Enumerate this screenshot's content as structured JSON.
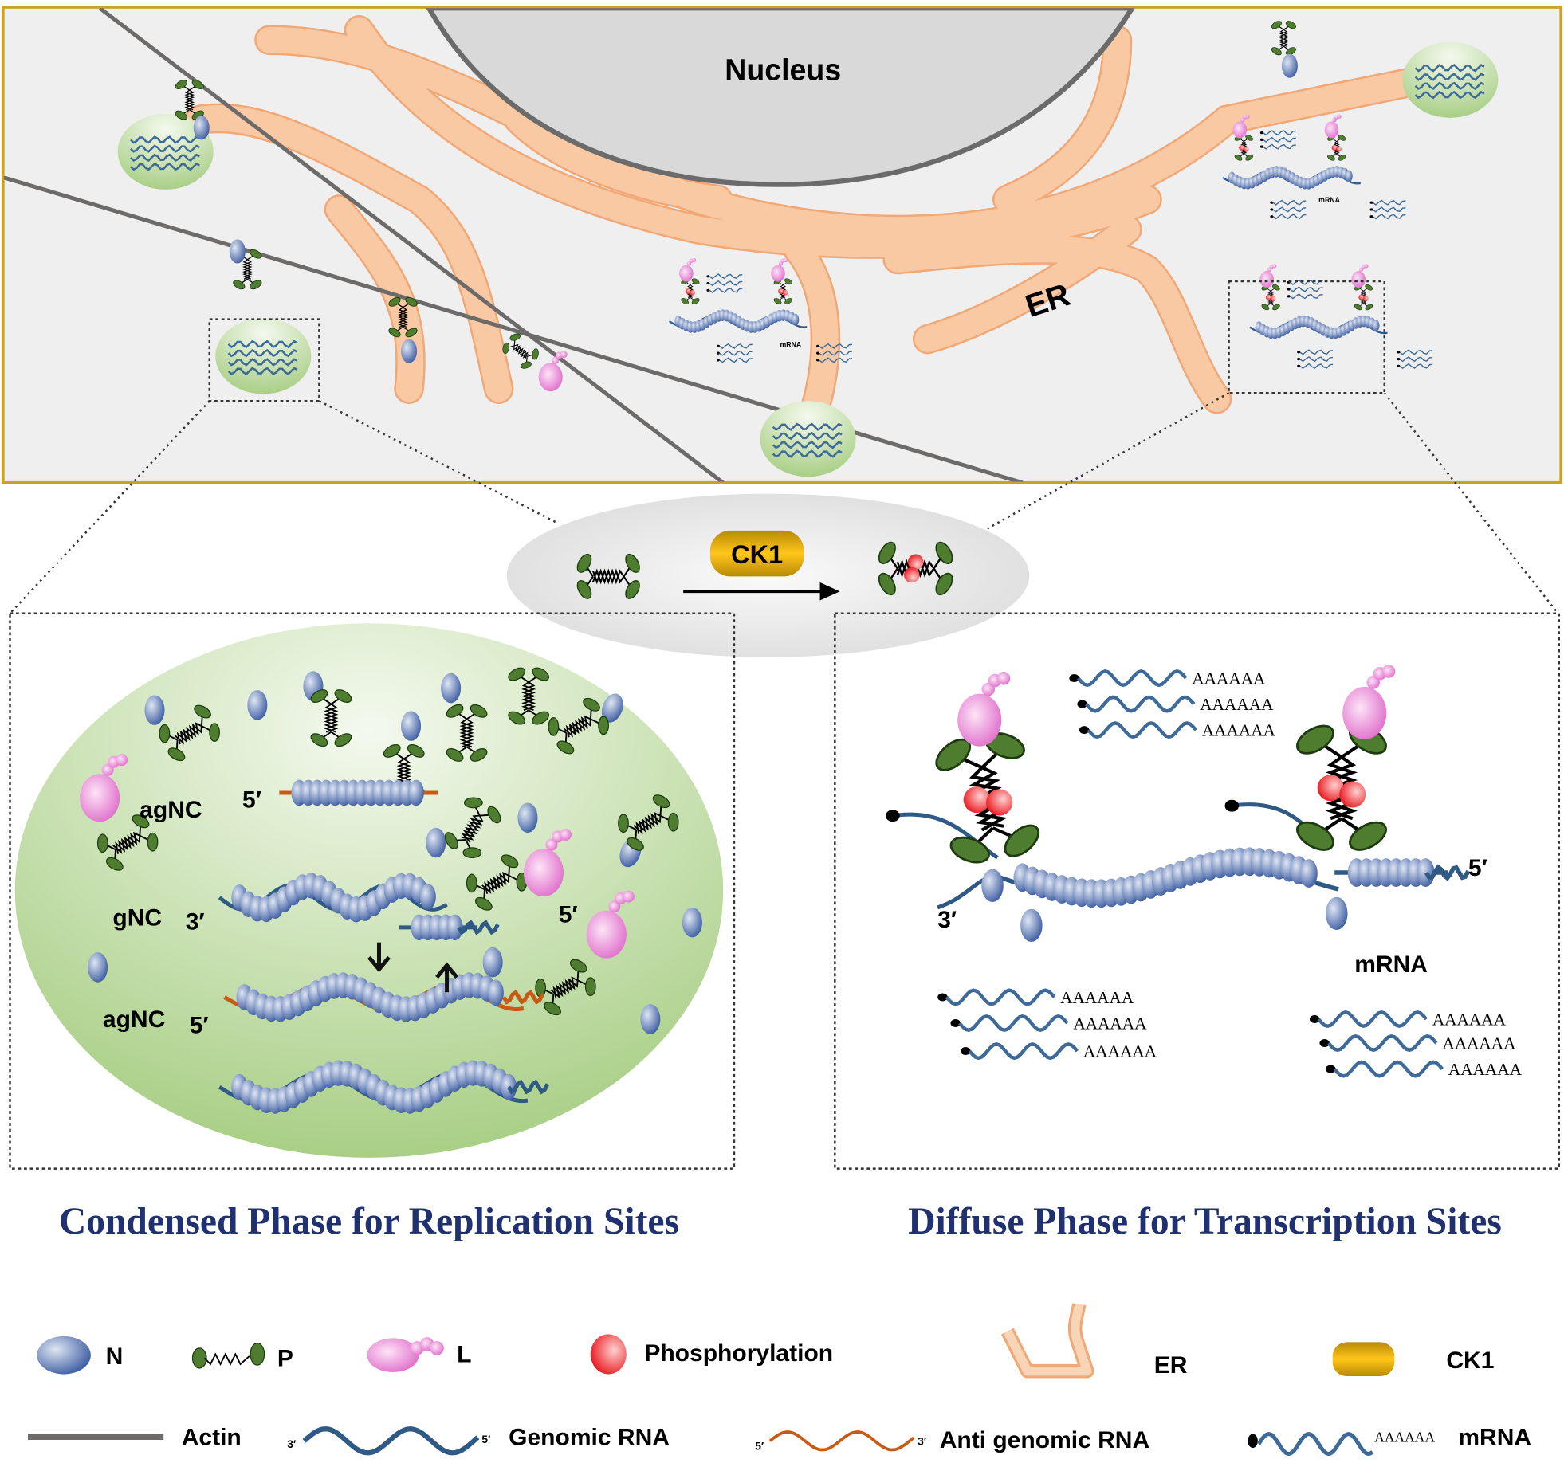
{
  "cell": {
    "nucleus_label": "Nucleus",
    "er_label": "ER",
    "mini_mrna_label": "mRNA"
  },
  "reaction": {
    "enzyme_label": "CK1"
  },
  "condensed_panel": {
    "labels": {
      "agnc_top": "agNC",
      "five_prime_top": "5′",
      "gnc": "gNC",
      "three_prime_gnc": "3′",
      "five_prime_gnc": "5′",
      "agnc_bottom": "agNC",
      "five_prime_bottom": "5′"
    },
    "title": "Condensed Phase for Replication Sites"
  },
  "diffuse_panel": {
    "labels": {
      "three_prime": "3′",
      "five_prime": "5′",
      "mrna": "mRNA",
      "polya": "AAAAAA"
    },
    "title": "Diffuse Phase for Transcription Sites"
  },
  "legend": {
    "items": [
      {
        "label": "N",
        "icon": "nucleoprotein-icon"
      },
      {
        "label": "P",
        "icon": "phosphoprotein-icon"
      },
      {
        "label": "L",
        "icon": "polymerase-icon"
      },
      {
        "label": "Phosphorylation",
        "icon": "phosphate-dot-icon"
      },
      {
        "label": "ER",
        "icon": "er-icon"
      },
      {
        "label": "CK1",
        "icon": "ck1-icon"
      },
      {
        "label": "Actin",
        "icon": "actin-line-icon"
      },
      {
        "label": "Genomic RNA",
        "icon": "genomic-rna-icon",
        "end_left": "3′",
        "end_right": "5′"
      },
      {
        "label": "Anti genomic RNA",
        "icon": "antigenomic-rna-icon",
        "end_left": "5′",
        "end_right": "3′"
      },
      {
        "label": "mRNA",
        "icon": "mrna-icon",
        "tail": "AAAAAA"
      }
    ]
  },
  "colors": {
    "cell_border": "#c9a227",
    "cell_fill": "#efefef",
    "er": "#f9c9a4",
    "er_edge": "#f0a877",
    "actin": "#6d6a6a",
    "n_protein": "#5a74b0",
    "p_protein": "#4e7d2f",
    "l_protein": "#e77bd2",
    "phospho": "#e8141a",
    "ck1": "#e2ad0e",
    "genomic_rna": "#2f5a86",
    "antigenomic_rna": "#c85a14",
    "title": "#1f3170",
    "condensate": "#cfe4b4"
  }
}
